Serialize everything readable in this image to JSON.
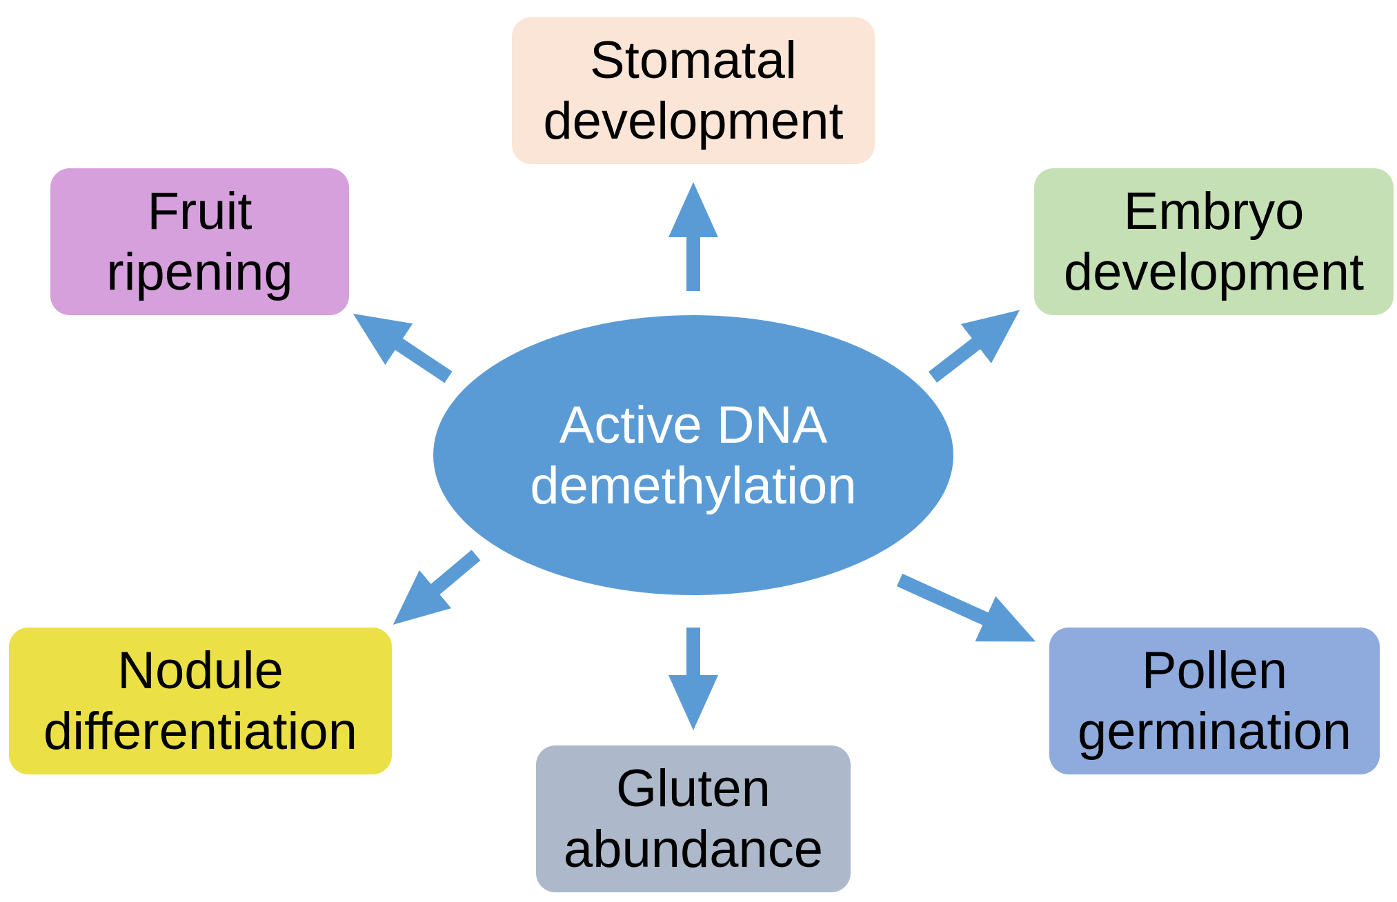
{
  "center": {
    "line1": "Active DNA",
    "line2": "demethylation"
  },
  "nodes": {
    "stomatal": {
      "line1": "Stomatal",
      "line2": "development"
    },
    "embryo": {
      "line1": "Embryo",
      "line2": "development"
    },
    "fruit": {
      "line1": "Fruit",
      "line2": "ripening"
    },
    "nodule": {
      "line1": "Nodule",
      "line2": "differentiation"
    },
    "gluten": {
      "line1": "Gluten",
      "line2": "abundance"
    },
    "pollen": {
      "line1": "Pollen",
      "line2": "germination"
    }
  },
  "colors": {
    "center": "#5b9bd5",
    "arrow": "#5b9bd5",
    "stomatal": "#fbe5d6",
    "embryo": "#c5e0b4",
    "fruit": "#d5a0dc",
    "nodule": "#ebe045",
    "gluten": "#adb9ca",
    "pollen": "#8faadc"
  }
}
